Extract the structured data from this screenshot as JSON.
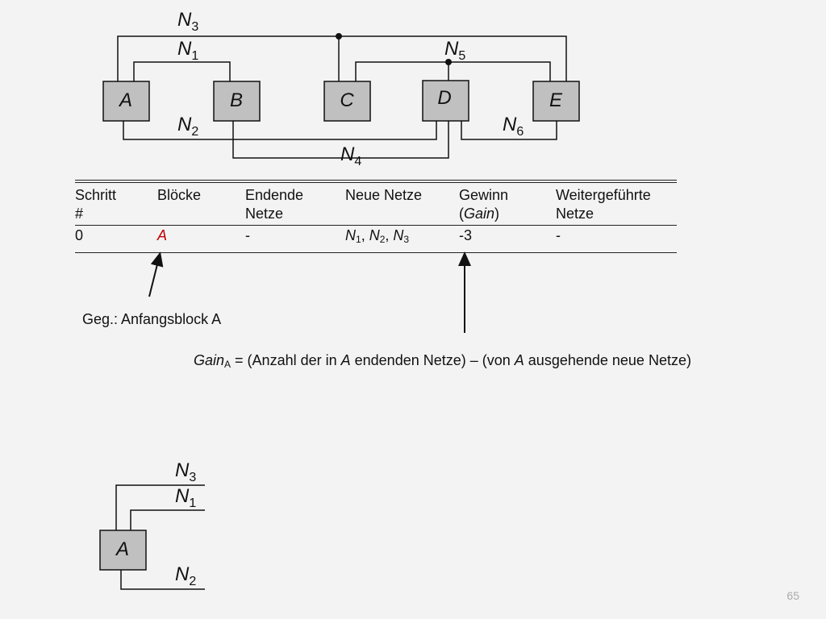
{
  "diagram": {
    "blocks": [
      "A",
      "B",
      "C",
      "D",
      "E"
    ],
    "nets": {
      "N1": {
        "main": "N",
        "sub": "1"
      },
      "N2": {
        "main": "N",
        "sub": "2"
      },
      "N3": {
        "main": "N",
        "sub": "3"
      },
      "N4": {
        "main": "N",
        "sub": "4"
      },
      "N5": {
        "main": "N",
        "sub": "5"
      },
      "N6": {
        "main": "N",
        "sub": "6"
      }
    }
  },
  "table": {
    "headers": [
      {
        "line1": "Schritt",
        "line2": "#"
      },
      {
        "line1": "Blöcke",
        "line2": ""
      },
      {
        "line1": "Endende",
        "line2": "Netze"
      },
      {
        "line1": "Neue Netze",
        "line2": ""
      },
      {
        "line1": "Gewinn",
        "line2": "(Gain)"
      },
      {
        "line1": "Weitergeführte",
        "line2": "Netze"
      }
    ],
    "rows": [
      {
        "schritt": "0",
        "bloecke": "A",
        "endende": "-",
        "neue_netze": "N1, N2, N3",
        "gewinn": "-3",
        "weiter": "-"
      }
    ]
  },
  "notes": {
    "given": "Geg.: Anfangsblock A",
    "gain_formula": "GainA = (Anzahl der in A endenden Netze) – (von A ausgehende neue Netze)"
  },
  "bottom_diagram": {
    "block": "A",
    "nets": [
      "N3",
      "N1",
      "N2"
    ]
  },
  "page_number": "65"
}
